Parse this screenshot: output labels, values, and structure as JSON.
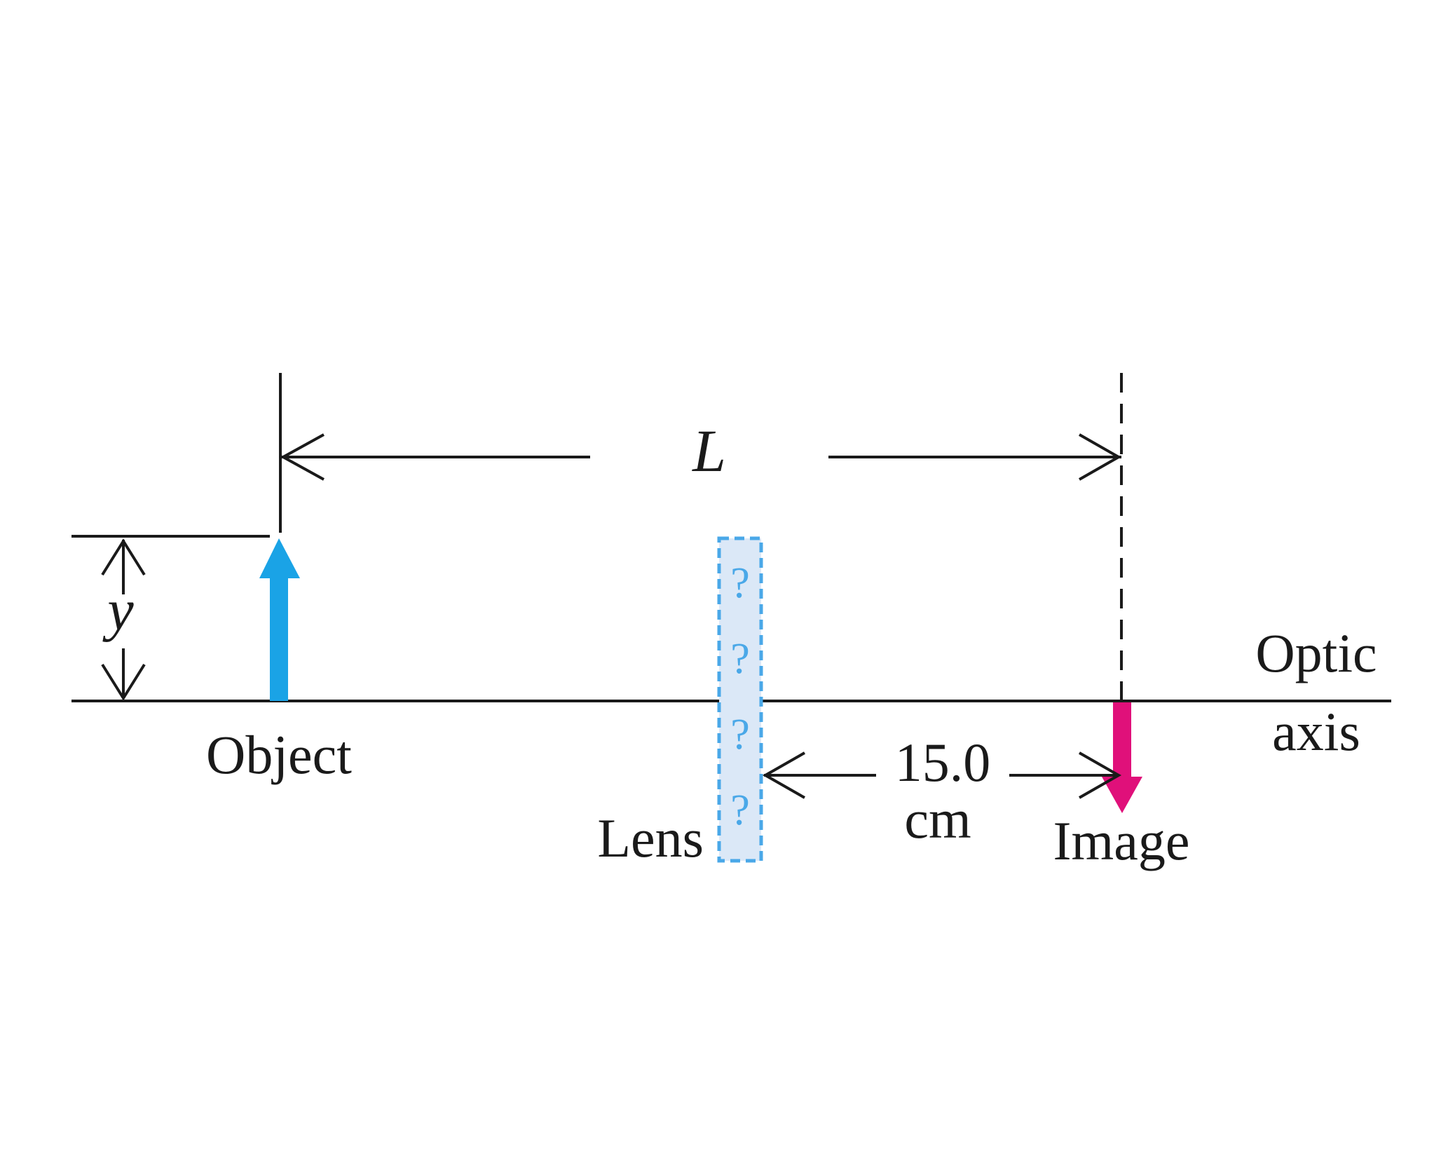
{
  "labels": {
    "object": "Object",
    "lens": "Lens",
    "image": "Image",
    "optic_line1": "Optic",
    "optic_line2": "axis",
    "distance_L": "L",
    "height_y": "y",
    "distance_value": "15.0",
    "distance_unit": "cm",
    "lens_mark": "?"
  },
  "colors": {
    "object_arrow": "#1aa3e6",
    "image_arrow": "#e0107a",
    "lens_fill": "#dbe8f7",
    "lens_border": "#4aa8e8",
    "line": "#1a1a1a"
  }
}
